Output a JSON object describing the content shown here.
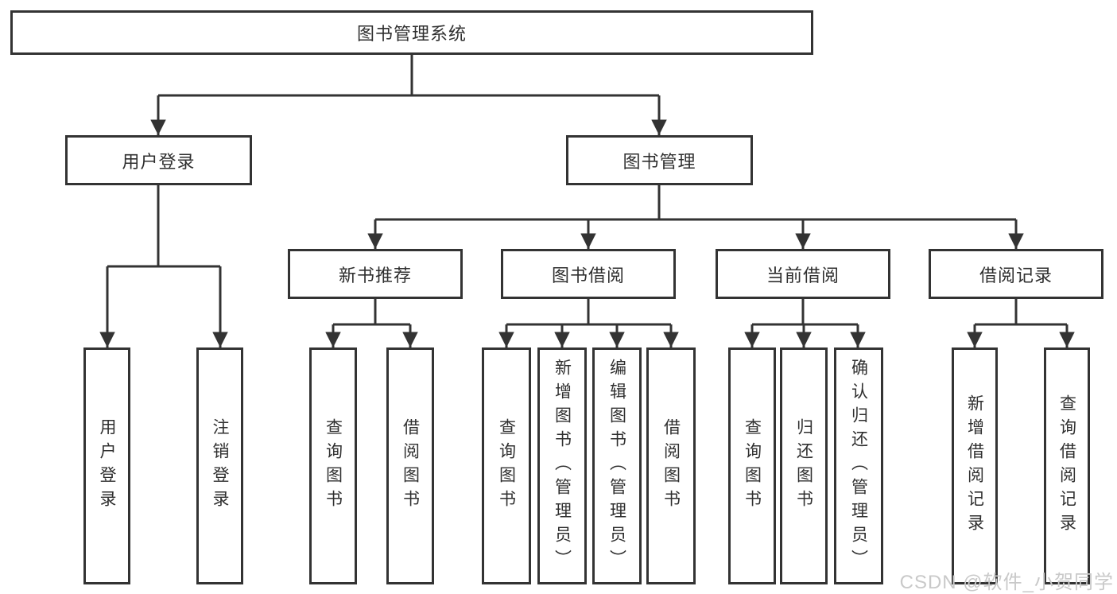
{
  "diagram": {
    "root": {
      "label": "图书管理系统"
    },
    "children": [
      {
        "label": "用户登录",
        "children": [
          {
            "label": "用户登录"
          },
          {
            "label": "注销登录"
          }
        ]
      },
      {
        "label": "图书管理",
        "children": [
          {
            "label": "新书推荐",
            "children": [
              {
                "label": "查询图书"
              },
              {
                "label": "借阅图书"
              }
            ]
          },
          {
            "label": "图书借阅",
            "children": [
              {
                "label": "查询图书"
              },
              {
                "label": "新增图书（管理员）"
              },
              {
                "label": "编辑图书（管理员）"
              },
              {
                "label": "借阅图书"
              }
            ]
          },
          {
            "label": "当前借阅",
            "children": [
              {
                "label": "查询图书"
              },
              {
                "label": "归还图书"
              },
              {
                "label": "确认归还（管理员）"
              }
            ]
          },
          {
            "label": "借阅记录",
            "children": [
              {
                "label": "新增借阅记录"
              },
              {
                "label": "查询借阅记录"
              }
            ]
          }
        ]
      }
    ]
  },
  "watermark": {
    "text": "CSDN @软件_小贺同学"
  },
  "colors": {
    "line": "#333333",
    "text": "#2f2f2f",
    "background": "#ffffff",
    "watermark": "#c9c9c9"
  }
}
